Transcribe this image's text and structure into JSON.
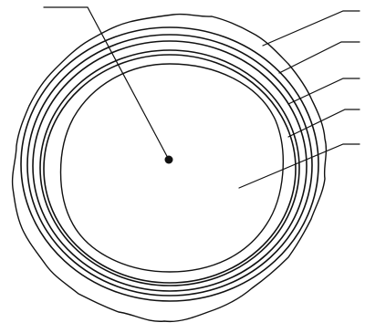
{
  "diagram": {
    "kind": "unlabeled cross-section",
    "leader_lines": [
      {
        "target": "center-dot"
      },
      {
        "target": "rough-outer-boundary"
      },
      {
        "target": "outer-ring-band"
      },
      {
        "target": "inner-ring-band"
      },
      {
        "target": "intermediate-zone"
      },
      {
        "target": "inner-core"
      }
    ],
    "colors": {
      "ink": "#111111",
      "background": "#ffffff"
    }
  }
}
